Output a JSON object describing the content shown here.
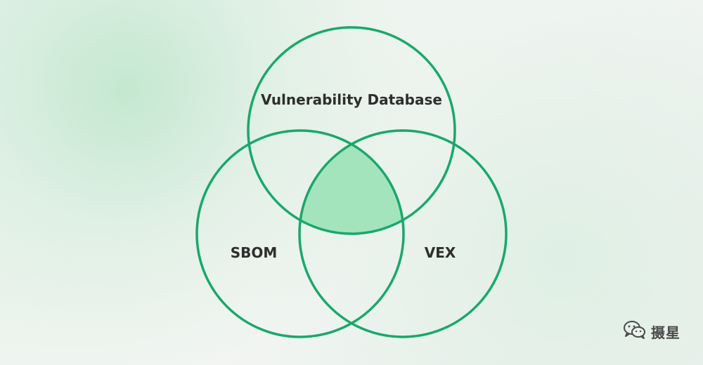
{
  "diagram": {
    "top_circle_label": "Vulnerability Database",
    "left_circle_label": "SBOM",
    "right_circle_label": "VEX",
    "stroke_color": "#19a86a",
    "intersection_fill": "#a3e4bd"
  },
  "watermark": {
    "icon": "wechat-icon",
    "text": "摄星"
  }
}
